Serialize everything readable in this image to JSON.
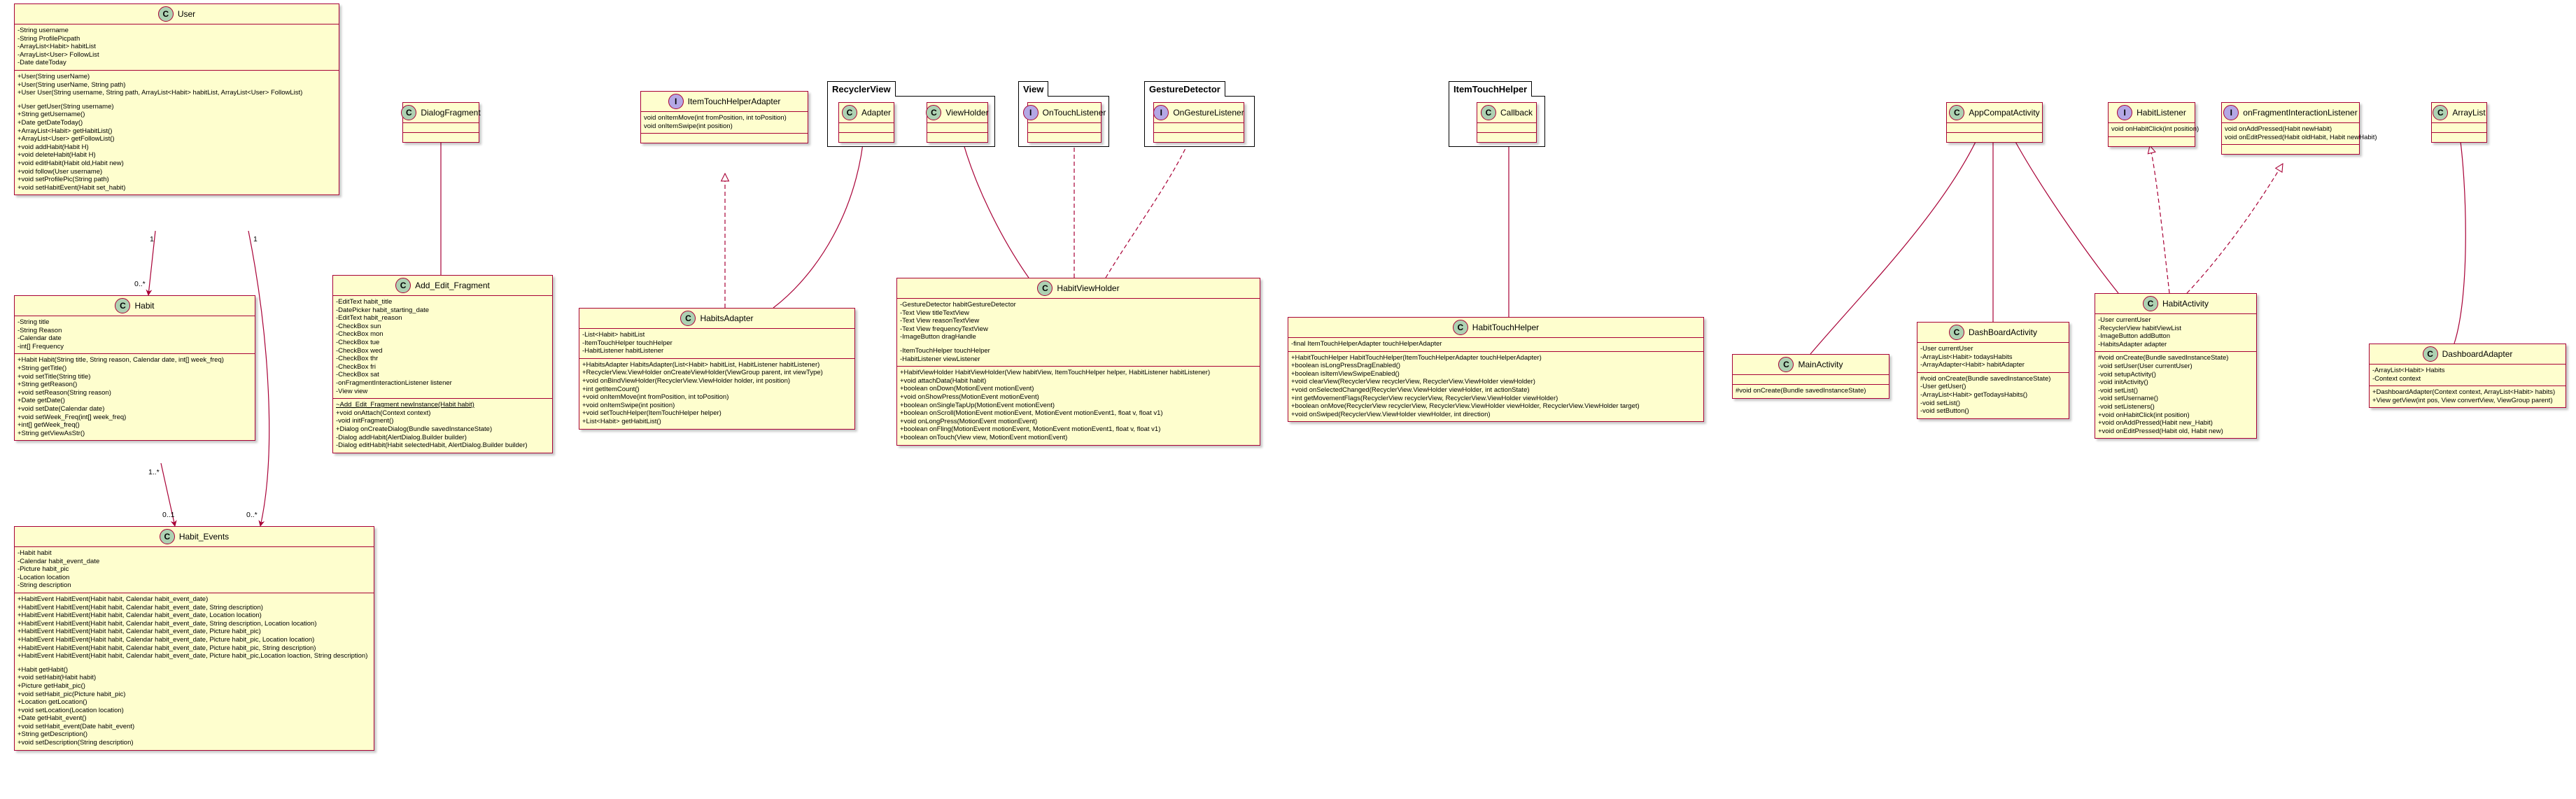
{
  "packages": [
    {
      "id": "pkg-recyclerview",
      "name": "RecyclerView"
    },
    {
      "id": "pkg-view",
      "name": "View"
    },
    {
      "id": "pkg-gesturedetector",
      "name": "GestureDetector"
    },
    {
      "id": "pkg-itemtouchhelper",
      "name": "ItemTouchHelper"
    }
  ],
  "classes": [
    {
      "id": "user",
      "kind": "C",
      "name": "User",
      "sections": [
        [
          "-String username",
          "-String ProfilePicpath",
          "-ArrayList<Habit> habitList",
          "-ArrayList<User> FollowList",
          "-Date dateToday"
        ],
        [
          "+User(String userName)",
          "+User(String userName, String path)",
          "+User User(String username, String path, ArrayList<Habit> habitList, ArrayList<User> FollowList)",
          "",
          "+User getUser(String username)",
          "+String getUsername()",
          "+Date getDateToday()",
          "+ArrayList<Habit> getHabitList()",
          "+ArrayList<User> getFollowList()",
          "+void addHabit(Habit H)",
          "+void deleteHabit(Habit H)",
          "+void editHabit(Habit old,Habit new)",
          "+void follow(User username)",
          "+void setProfilePic(String path)",
          "+void setHabitEvent(Habit set_habit)"
        ]
      ]
    },
    {
      "id": "habit",
      "kind": "C",
      "name": "Habit",
      "sections": [
        [
          "-String title",
          "-String Reason",
          "-Calendar date",
          "-int[] Frequency"
        ],
        [
          "+Habit Habit(String title, String reason, Calendar date, int[] week_freq)",
          "+String getTitle()",
          "+void setTitle(String title)",
          "+String getReason()",
          "+void setReason(String reason)",
          "+Date getDate()",
          "+void setDate(Calendar date)",
          "+void setWeek_Freq(int[] week_freq)",
          "+int[] getWeek_freq()",
          "+String getViewAsStr()"
        ]
      ]
    },
    {
      "id": "habitevents",
      "kind": "C",
      "name": "Habit_Events",
      "sections": [
        [
          "-Habit habit",
          "-Calendar habit_event_date",
          "-Picture habit_pic",
          "-Location location",
          "-String description"
        ],
        [
          "+HabitEvent HabitEvent(Habit habit, Calendar habit_event_date)",
          "+HabitEvent HabitEvent(Habit habit, Calendar habit_event_date, String description)",
          "+HabitEvent HabitEvent(Habit habit, Calendar habit_event_date, Location location)",
          "+HabitEvent HabitEvent(Habit habit, Calendar habit_event_date, String description, Location location)",
          "+HabitEvent HabitEvent(Habit habit, Calendar habit_event_date, Picture habit_pic)",
          "+HabitEvent HabitEvent(Habit habit, Calendar habit_event_date, Picture habit_pic, Location location)",
          "+HabitEvent HabitEvent(Habit habit, Calendar habit_event_date, Picture habit_pic, String description)",
          "+HabitEvent HabitEvent(Habit habit, Calendar habit_event_date, Picture habit_pic,Location loaction, String description)",
          "",
          "+Habit getHabit()",
          "+void setHabit(Habit habit)",
          "+Picture getHabit_pic()",
          "+void setHabit_pic(Picture habit_pic)",
          "+Location getLocation()",
          "+void setLocation(Location location)",
          "+Date getHabit_event()",
          "+void setHabit_event(Date habit_event)",
          "+String getDescription()",
          "+void setDescription(String description)"
        ]
      ]
    },
    {
      "id": "dialogfragment",
      "kind": "C",
      "name": "DialogFragment",
      "sections": []
    },
    {
      "id": "addedit",
      "kind": "C",
      "name": "Add_Edit_Fragment",
      "sections": [
        [
          "-EditText habit_title",
          "-DatePicker habit_starting_date",
          "-EditText habit_reason",
          "-CheckBox sun",
          "-CheckBox mon",
          "-CheckBox tue",
          "-CheckBox wed",
          "-CheckBox thr",
          "-CheckBox fri",
          "-CheckBox sat",
          "-onFragmentInteractionListener listener",
          "-View view"
        ],
        [
          "~Add_Edit_Fragment newInstance(Habit habit)",
          "+void onAttach(Context context)",
          "-void initFragment()",
          "+Dialog onCreateDialog(Bundle savedInstanceState)",
          "-Dialog addHabit(AlertDialog.Builder builder)",
          "-Dialog editHabit(Habit selectedHabit, AlertDialog.Builder builder)"
        ]
      ]
    },
    {
      "id": "ithadapter",
      "kind": "I",
      "name": "ItemTouchHelperAdapter",
      "sections": [
        [
          "void onItemMove(int fromPosition, int toPosition)",
          "void onItemSwipe(int position)"
        ]
      ]
    },
    {
      "id": "adapter",
      "kind": "C",
      "name": "Adapter",
      "sections": []
    },
    {
      "id": "viewholder",
      "kind": "C",
      "name": "ViewHolder",
      "sections": []
    },
    {
      "id": "ontouch",
      "kind": "I",
      "name": "OnTouchListener",
      "sections": []
    },
    {
      "id": "ongesture",
      "kind": "I",
      "name": "OnGestureListener",
      "sections": []
    },
    {
      "id": "callback",
      "kind": "C",
      "name": "Callback",
      "sections": []
    },
    {
      "id": "habitsadapter",
      "kind": "C",
      "name": "HabitsAdapter",
      "sections": [
        [
          "-List<Habit> habitList",
          "-ItemTouchHelper touchHelper",
          "-HabitListener habitListener"
        ],
        [
          "+HabitsAdapter HabitsAdapter(List<Habit> habitList, HabitListener habitListener)",
          "+RecyclerView.ViewHolder onCreateViewHolder(ViewGroup parent, int viewType)",
          "+void onBindViewHolder(RecyclerView.ViewHolder holder, int position)",
          "+int getItemCount()",
          "+void onItemMove(int fromPosition, int toPosition)",
          "+void onItemSwipe(int position)",
          "+void setTouchHelper(ItemTouchHelper helper)",
          "+List<Habit> getHabitList()"
        ]
      ]
    },
    {
      "id": "habitviewholder",
      "kind": "C",
      "name": "HabitViewHolder",
      "sections": [
        [
          "-GestureDetector habitGestureDetector",
          "-Text View titleTextView",
          "-Text View reasonTextView",
          "-Text View frequencyTextView",
          "-ImageButton dragHandle",
          "",
          "-ItemTouchHelper touchHelper",
          "-HabitListener viewListener"
        ],
        [
          "+HabitViewHolder HabitViewHolder(View habitView, ItemTouchHelper helper, HabitListener habitListener)",
          "+void attachData(Habit habit)",
          "+boolean onDown(MotionEvent motionEvent)",
          "+void onShowPress(MotionEvent motionEvent)",
          "+boolean onSingleTapUp(MotionEvent motionEvent)",
          "+boolean onScroll(MotionEvent motionEvent, MotionEvent motionEvent1, float v, float v1)",
          "+void onLongPress(MotionEvent motionEvent)",
          "+boolean onFling(MotionEvent motionEvent, MotionEvent motionEvent1, float v, float v1)",
          "+boolean onTouch(View view, MotionEvent motionEvent)"
        ]
      ]
    },
    {
      "id": "habittouchhelper",
      "kind": "C",
      "name": "HabitTouchHelper",
      "sections": [
        [
          "-final ItemTouchHelperAdapter touchHelperAdapter"
        ],
        [
          "+HabitTouchHelper HabitTouchHelper(ItemTouchHelperAdapter touchHelperAdapter)",
          "+boolean isLongPressDragEnabled()",
          "+boolean isItemViewSwipeEnabled()",
          "+void clearView(RecyclerView recyclerView, RecyclerView.ViewHolder viewHolder)",
          "+void onSelectedChanged(RecyclerView.ViewHolder viewHolder, int actionState)",
          "+int getMovementFlags(RecyclerView recyclerView, RecyclerView.ViewHolder viewHolder)",
          "+boolean onMove(RecyclerView recyclerView, RecyclerView.ViewHolder viewHolder, RecyclerView.ViewHolder target)",
          "+void onSwiped(RecyclerView.ViewHolder viewHolder, int direction)"
        ]
      ]
    },
    {
      "id": "appcompat",
      "kind": "C",
      "name": "AppCompatActivity",
      "sections": []
    },
    {
      "id": "mainactivity",
      "kind": "C",
      "name": "MainActivity",
      "sections": [
        [],
        [
          "#void onCreate(Bundle savedInstanceState)"
        ]
      ]
    },
    {
      "id": "dashboardactivity",
      "kind": "C",
      "name": "DashBoardActivity",
      "sections": [
        [
          "-User currentUser",
          "-ArrayList<Habit> todaysHabits",
          "-ArrayAdapter<Habit> habitAdapter"
        ],
        [
          "#void onCreate(Bundle savedInstanceState)",
          "-User getUser()",
          "-ArrayList<Habit> getTodaysHabits()",
          "-void setList()",
          "-void setButton()"
        ]
      ]
    },
    {
      "id": "habitlistener",
      "kind": "I",
      "name": "HabitListener",
      "sections": [
        [
          "void onHabitClick(int position)"
        ]
      ]
    },
    {
      "id": "onfragment",
      "kind": "I",
      "name": "onFragmentInteractionListener",
      "sections": [
        [
          "void onAddPressed(Habit newHabit)",
          "void onEditPressed(Habit oldHabit, Habit newHabit)"
        ]
      ]
    },
    {
      "id": "habitactivity",
      "kind": "C",
      "name": "HabitActivity",
      "sections": [
        [
          "-User currentUser",
          "-RecyclerView habitViewList",
          "-ImageButton addButton",
          "-HabitsAdapter adapter"
        ],
        [
          "#void onCreate(Bundle savedInstanceState)",
          "-void setUser(User currentUser)",
          "-void setupActivity()",
          "-void initActivity()",
          "-void setList()",
          "-void setUsername()",
          "-void setListeners()",
          "+void onHabitClick(int position)",
          "+void onAddPressed(Habit new_Habit)",
          "+void onEditPressed(Habit old, Habit new)"
        ]
      ]
    },
    {
      "id": "arraylist",
      "kind": "C",
      "name": "ArrayList",
      "sections": []
    },
    {
      "id": "dashboardadapter",
      "kind": "C",
      "name": "DashboardAdapter",
      "sections": [
        [
          "-ArrayList<Habit> Habits",
          "-Context context"
        ],
        [
          "+DashboardAdapter(Context context, ArrayList<Habit> habits)",
          "+View getView(int pos, View convertView, ViewGroup parent)"
        ]
      ]
    }
  ],
  "multiplicities": {
    "user_habit_src": "1",
    "user_habit_dst": "0..*",
    "user_events_src": "1",
    "habit_events_src": "1..*",
    "habit_events_dst": "0..1",
    "user_events_dst": "0..*"
  },
  "colors": {
    "class_fill": "#FEFECE",
    "class_border": "#A80036",
    "class_circle": "#ADD1B2",
    "interface_circle": "#B4A7E5"
  }
}
